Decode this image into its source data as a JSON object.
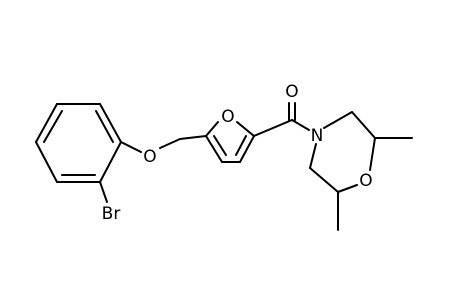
{
  "atoms": {
    "carbonyl_o": "O",
    "furan_o": "O",
    "ether_o": "O",
    "morpholine_n": "N",
    "morpholine_o": "O",
    "bromine": "Br"
  }
}
